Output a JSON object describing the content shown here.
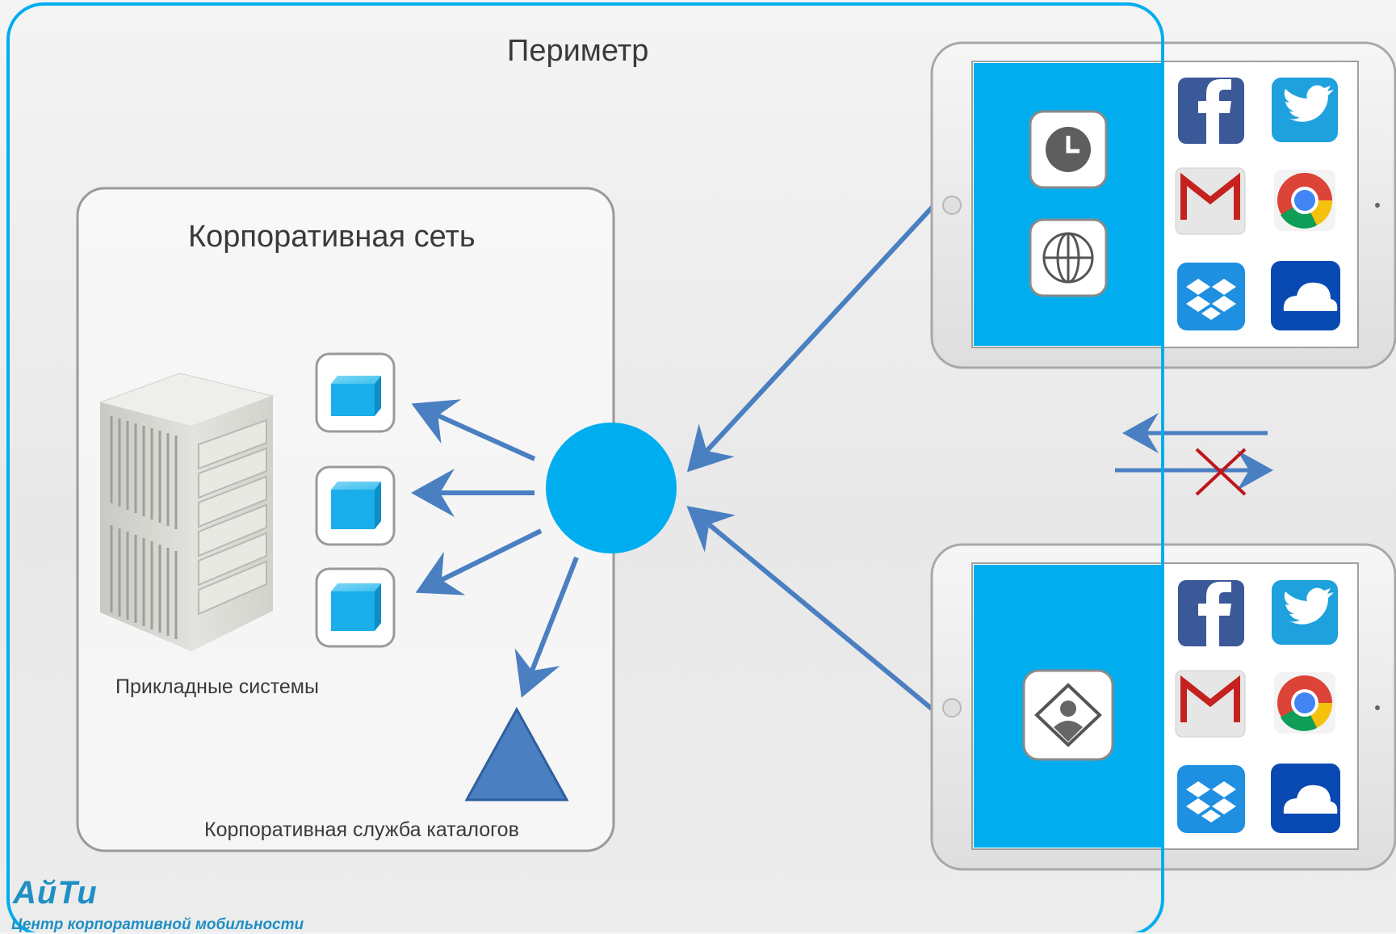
{
  "labels": {
    "perimeter": "Периметр",
    "corporate_network": "Корпоративная сеть",
    "application_systems": "Прикладные системы",
    "directory_service": "Корпоративная служба каталогов"
  },
  "brand": {
    "logo": "АйТи",
    "tagline": "Центр корпоративной мобильности"
  },
  "colors": {
    "accent_blue": "#00aeef",
    "arrow_blue": "#4a7fc1",
    "cross_red": "#c0141c",
    "frame_gray": "#8c8c8c",
    "brand_blue": "#1f8fc4"
  },
  "tablets": [
    {
      "secure_apps": [
        "clock-icon",
        "globe-icon"
      ],
      "personal_apps": [
        "facebook-icon",
        "twitter-icon",
        "gmail-icon",
        "chrome-icon",
        "dropbox-icon",
        "onedrive-icon"
      ]
    },
    {
      "secure_apps": [
        "identity-icon"
      ],
      "personal_apps": [
        "facebook-icon",
        "twitter-icon",
        "gmail-icon",
        "chrome-icon",
        "dropbox-icon",
        "onedrive-icon"
      ]
    }
  ]
}
